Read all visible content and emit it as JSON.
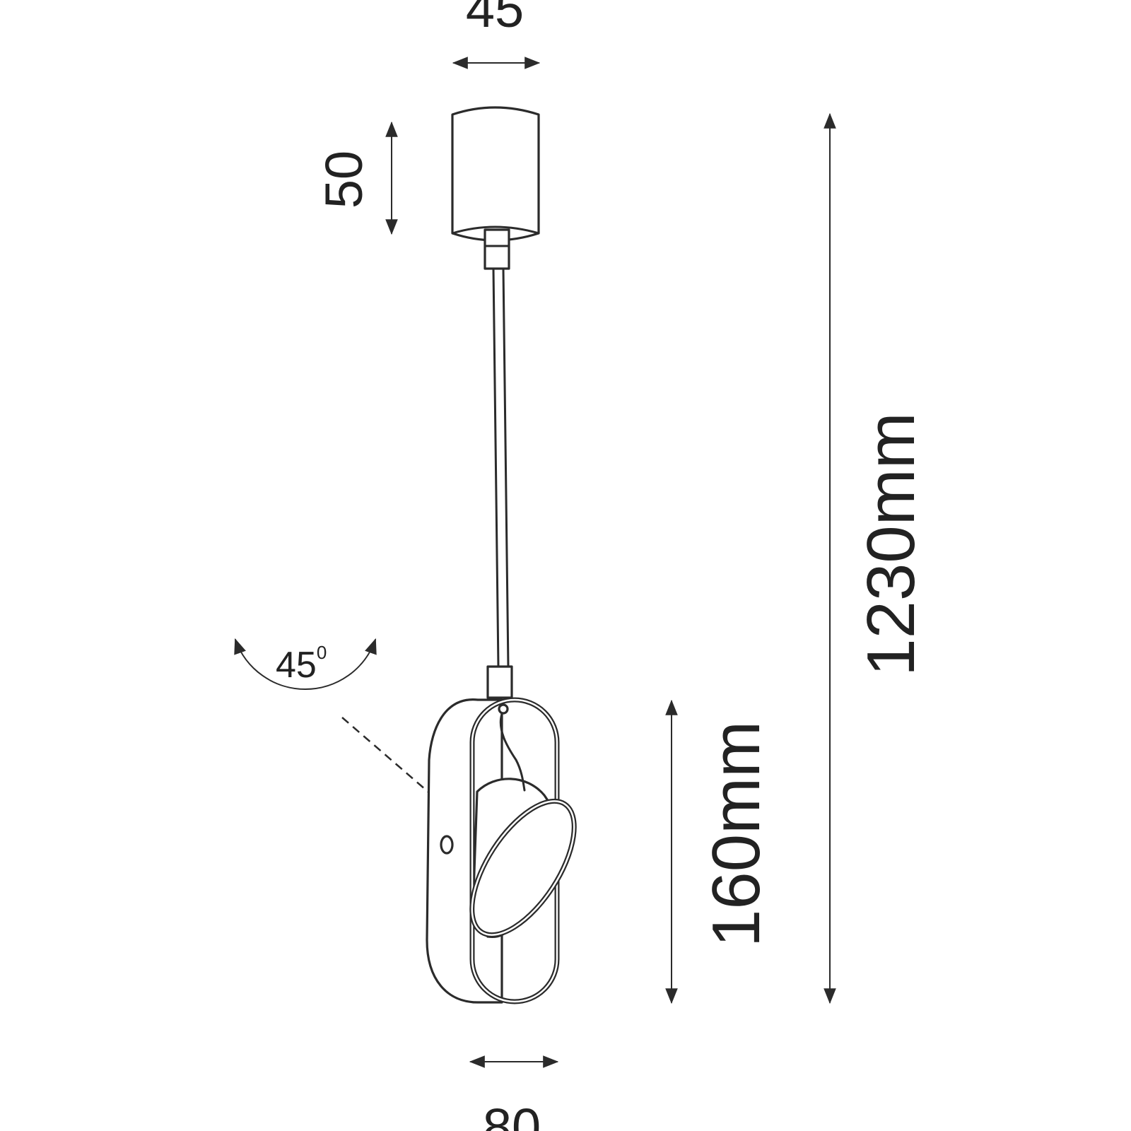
{
  "diagram": {
    "dimensions": {
      "canopy_width": "45",
      "canopy_height": "50",
      "total_height": "1230mm",
      "body_height": "160mm",
      "body_width": "80"
    },
    "tilt_angle": {
      "value": "45",
      "unit_mark": "0"
    }
  }
}
